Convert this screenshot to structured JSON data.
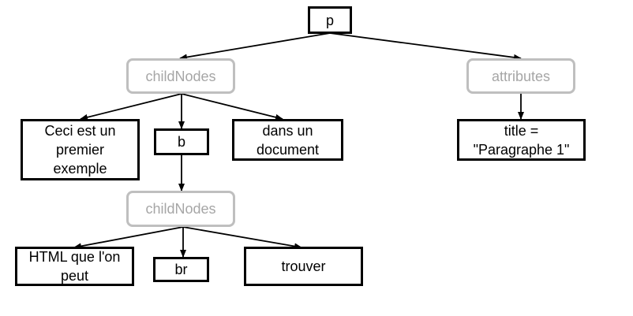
{
  "nodes": {
    "p": "p",
    "childnodes_top": "childNodes",
    "attributes": "attributes",
    "text1": [
      "Ceci est un",
      "premier",
      "exemple"
    ],
    "b": "b",
    "text2": [
      "dans un",
      "document"
    ],
    "title_attr": [
      "title =",
      "\"Paragraphe 1\""
    ],
    "childnodes_b": "childNodes",
    "text3": [
      "HTML que l'on",
      "peut"
    ],
    "br": "br",
    "text4": "trouver"
  },
  "colors": {
    "element_border": "#000000",
    "collection_border": "#bfbfbf",
    "collection_text": "#a6a6a6",
    "edge": "#000000"
  }
}
